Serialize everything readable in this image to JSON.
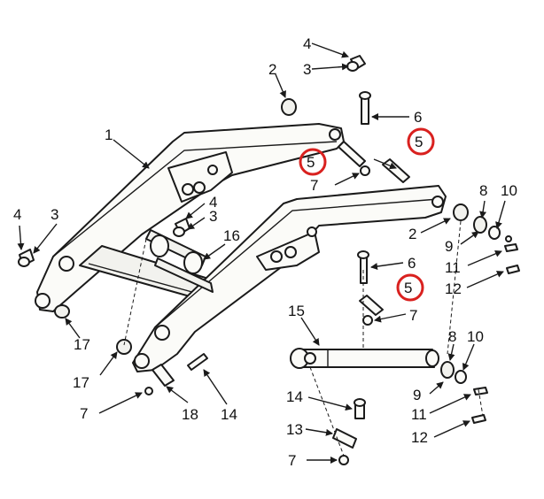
{
  "callouts": {
    "c1": "1",
    "c2a": "2",
    "c2b": "2",
    "c3a": "3",
    "c3b": "3",
    "c3c": "3",
    "c4a": "4",
    "c4b": "4",
    "c4c": "4",
    "c5a": "5",
    "c5b": "5",
    "c5c": "5",
    "c6a": "6",
    "c6b": "6",
    "c7a": "7",
    "c7b": "7",
    "c7c": "7",
    "c7d": "7",
    "c8a": "8",
    "c8b": "8",
    "c9a": "9",
    "c9b": "9",
    "c10a": "10",
    "c10b": "10",
    "c11a": "11",
    "c11b": "11",
    "c12a": "12",
    "c12b": "12",
    "c13": "13",
    "c14a": "14",
    "c14b": "14",
    "c15": "15",
    "c16": "16",
    "c17a": "17",
    "c17b": "17",
    "c18": "18"
  },
  "highlight_color": "#d9211f"
}
